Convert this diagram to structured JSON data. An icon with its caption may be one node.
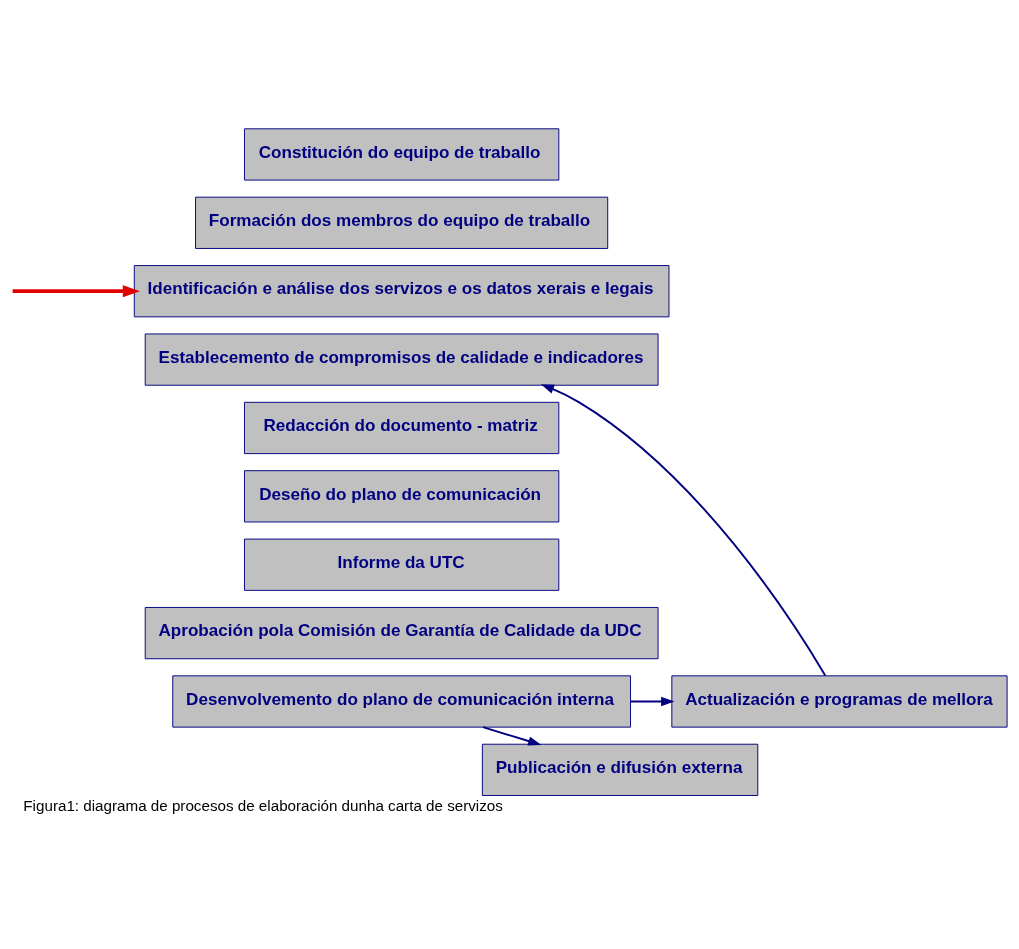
{
  "diagram": {
    "caption": "Figura1: diagrama de procesos de elaboración dunha carta de servizos",
    "nodes": [
      {
        "text": [
          "Constitución do equipo de traballo"
        ]
      },
      {
        "text": [
          "Formación dos membros do equipo de traballo"
        ]
      },
      {
        "text": [
          "Identificación e análise dos servizos e os datos xerais e legais"
        ]
      },
      {
        "text": [
          "Establecemento de compromisos de calidade e indicadores"
        ]
      },
      {
        "text": [
          "Redacción do documento - matriz"
        ]
      },
      {
        "text": [
          "Deseño do plano de comunicación"
        ]
      },
      {
        "text": [
          "Informe da UTC"
        ]
      },
      {
        "text": [
          "Aprobación pola Comisión de Garantía de Calidade da UDC"
        ]
      },
      {
        "text": [
          "Desenvolvemento do plano de comunicación interna"
        ]
      },
      {
        "text": [
          "Actualización e programas de mellora"
        ]
      },
      {
        "text": [
          "Publicación e difusión externa"
        ]
      }
    ],
    "edges": [
      {
        "from": 8,
        "to": 9,
        "arrow": "to"
      },
      {
        "from": 8,
        "to": 10,
        "arrow": "to"
      },
      {
        "from": 9,
        "to": 3,
        "arrow": "to"
      },
      {
        "from": null,
        "to": 2,
        "arrow": "to",
        "style": "thick",
        "color": "#e00000"
      }
    ]
  }
}
